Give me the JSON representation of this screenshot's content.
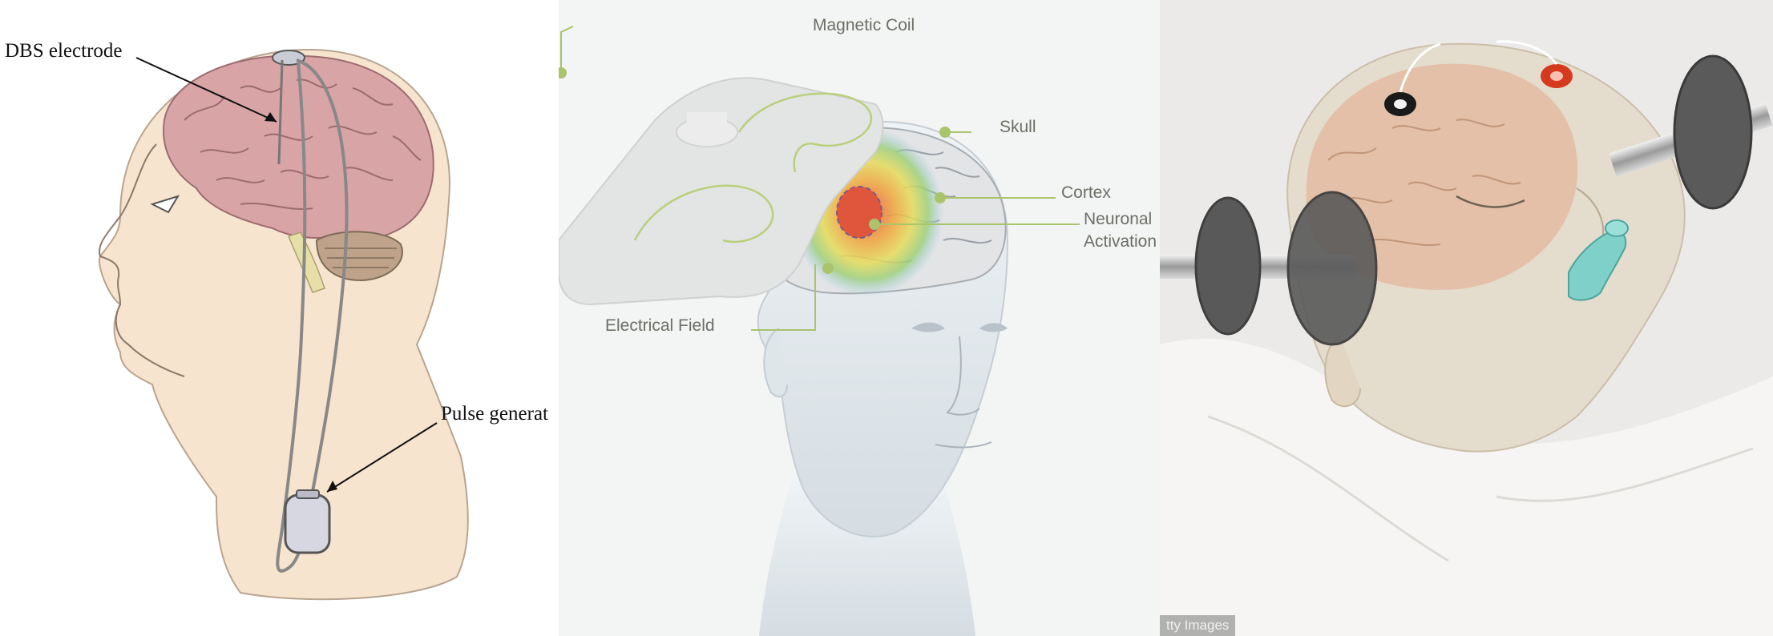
{
  "panel_dbs": {
    "electrode_label": "DBS electrode",
    "generator_label": "Pulse generat"
  },
  "panel_tms": {
    "coil_label": "Magnetic Coil",
    "skull_label": "Skull",
    "cortex_label": "Cortex",
    "activation_label_1": "Neuronal",
    "activation_label_2": "Activation",
    "field_label": "Electrical Field",
    "accent_color": "#a9c46a"
  },
  "panel_ect": {
    "watermark": "tty Images"
  }
}
